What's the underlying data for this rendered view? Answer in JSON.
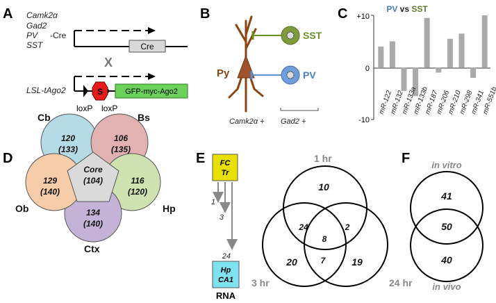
{
  "panels": {
    "A": {
      "letter": "A",
      "drivers": [
        "Camk2α",
        "Gad2",
        "PV",
        "SST"
      ],
      "cre_suffix": "-Cre",
      "cre_box": "Cre",
      "cross": "X",
      "lsl_label": "LSL-tAgo2",
      "stop_label": "S",
      "gfp_box": "GFP-myc-Ago2",
      "loxp_left": "loxP",
      "loxp_right": "loxP"
    },
    "B": {
      "letter": "B",
      "py_label": "Py",
      "sst_label": "SST",
      "pv_label": "PV",
      "camk_label": "Camk2α +",
      "gad_label": "Gad2 +"
    },
    "C": {
      "letter": "C",
      "title_pv": "PV",
      "title_vs": " vs ",
      "title_sst": "SST",
      "colors": {
        "pv": "#4a7fc1",
        "sst": "#5b7a2a",
        "bar": "#aaaaaa"
      }
    },
    "D": {
      "letter": "D",
      "core": {
        "name": "Core",
        "count": "(104)"
      },
      "regions": [
        {
          "name": "Cb",
          "unique": "120",
          "total": "(133)",
          "color": "#b5dce6"
        },
        {
          "name": "Bs",
          "unique": "106",
          "total": "(135)",
          "color": "#e2b1b1"
        },
        {
          "name": "Hp",
          "unique": "116",
          "total": "(120)",
          "color": "#cfe3b2"
        },
        {
          "name": "Ctx",
          "unique": "134",
          "total": "(140)",
          "color": "#c4b3d6"
        },
        {
          "name": "Ob",
          "unique": "129",
          "total": "(140)",
          "color": "#f6cca9"
        }
      ]
    },
    "E": {
      "letter": "E",
      "fc_line1": "FC",
      "fc_line2": "Tr",
      "hp_line1": "Hp",
      "hp_line2": "CA1",
      "rna": "RNA",
      "times": [
        "1",
        "3",
        "24"
      ],
      "venn": {
        "labels": [
          "1 hr",
          "3 hr",
          "24 hr"
        ],
        "only_1": "10",
        "only_3": "20",
        "only_24": "19",
        "ab": "24",
        "ac": "2",
        "bc": "7",
        "abc": "8"
      }
    },
    "F": {
      "letter": "F",
      "top_label": "in vitro",
      "bottom_label": "in vivo",
      "only_top": "41",
      "shared": "50",
      "only_bottom": "40"
    }
  },
  "chart_data": {
    "type": "bar",
    "title": "PV vs SST",
    "categories": [
      "mR-122",
      "mR-132",
      "mR-133a",
      "mR-133b",
      "mR-187",
      "mR-206",
      "mR-210",
      "mR-298",
      "mR-341",
      "mR-551b"
    ],
    "values": [
      4,
      5,
      -4.5,
      -5.5,
      9.5,
      -1,
      5.5,
      6.5,
      -2,
      10
    ],
    "yticks": [
      "+10",
      "0",
      "-10"
    ],
    "ylim": [
      -10,
      10
    ],
    "xlabel": "",
    "ylabel": "",
    "grid": false
  }
}
